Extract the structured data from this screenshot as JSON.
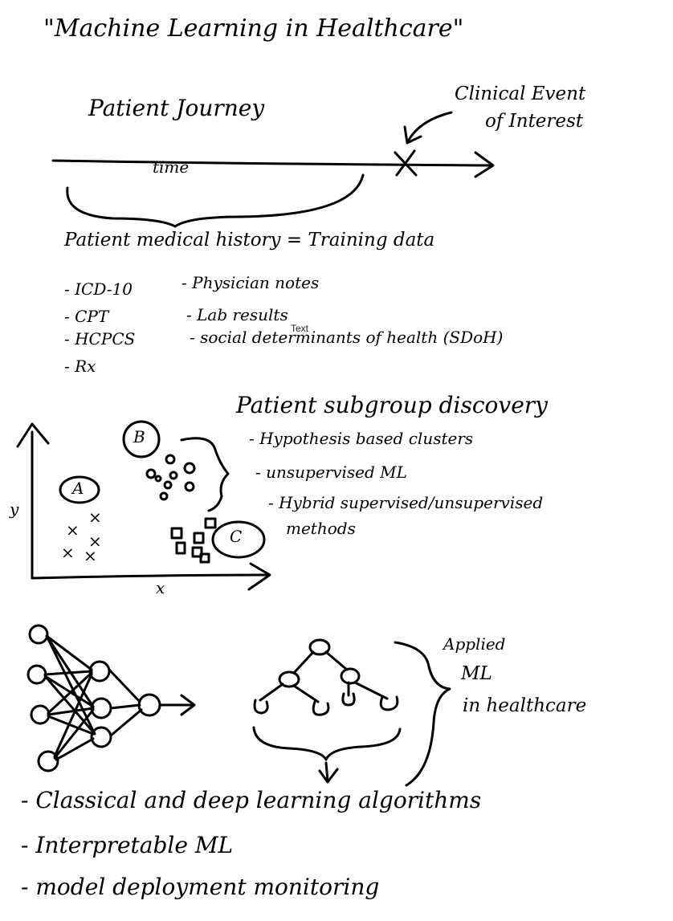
{
  "title": "\"Machine Learning in Healthcare\"",
  "journey": {
    "heading": "Patient Journey",
    "event_label_line1": "Clinical Event",
    "event_label_line2": "of Interest",
    "axis_label": "time"
  },
  "history": {
    "heading": "Patient medical history = Training data",
    "left_items": [
      "- ICD-10",
      "- CPT",
      "- HCPCS",
      "- Rx"
    ],
    "right_items": [
      "- Physician notes",
      "- Lab results",
      "- social determinants of health (SDoH)"
    ],
    "overlay_text": "Text"
  },
  "subgroup": {
    "heading": "Patient subgroup discovery",
    "items": [
      "- Hypothesis based clusters",
      "- unsupervised ML",
      "- Hybrid supervised/unsupervised"
    ],
    "items_cont": "methods",
    "axis_y": "y",
    "axis_x": "x",
    "cluster_a": "A",
    "cluster_b": "B",
    "cluster_c": "C"
  },
  "applied": {
    "line1": "Applied",
    "line2": "ML",
    "line3": "in healthcare"
  },
  "bottom": {
    "items": [
      "- Classical and deep learning algorithms",
      "- Interpretable ML",
      "- model deployment monitoring"
    ]
  }
}
